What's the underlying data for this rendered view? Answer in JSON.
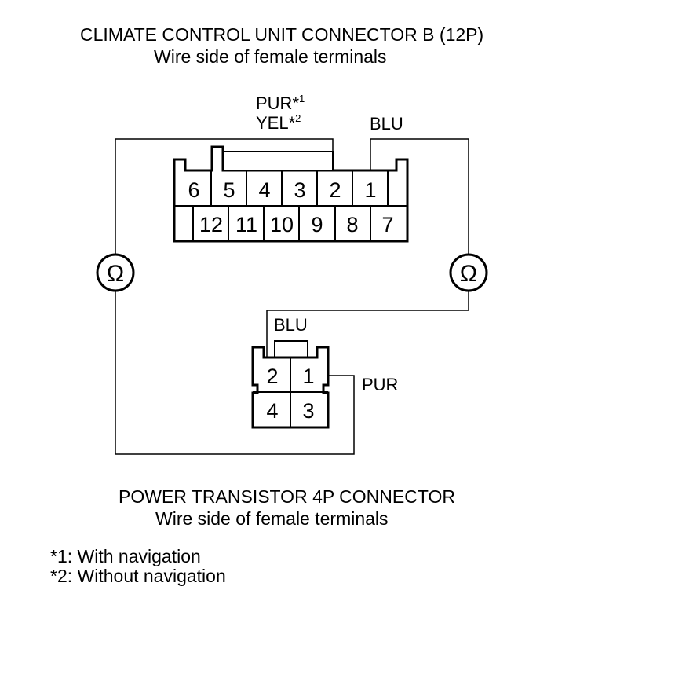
{
  "title": {
    "line1": "CLIMATE CONTROL UNIT CONNECTOR B (12P)",
    "line2": "Wire side of female terminals"
  },
  "top_connector": {
    "name": "CLIMATE CONTROL UNIT CONNECTOR B (12P)",
    "top_row_pins": [
      "6",
      "5",
      "4",
      "3",
      "2",
      "1"
    ],
    "bottom_row_pins": [
      "12",
      "11",
      "10",
      "9",
      "8",
      "7"
    ],
    "wire_label_pin2_line1": "PUR*",
    "wire_label_pin2_sup1": "1",
    "wire_label_pin2_line2": "YEL*",
    "wire_label_pin2_sup2": "2",
    "wire_label_pin1": "BLU"
  },
  "bottom_connector": {
    "name": "POWER TRANSISTOR 4P CONNECTOR",
    "subtitle": "Wire side of female terminals",
    "top_row_pins": [
      "2",
      "1"
    ],
    "bottom_row_pins": [
      "4",
      "3"
    ],
    "wire_label_pin2": "BLU",
    "wire_label_pin1": "PUR"
  },
  "meters": {
    "left_symbol": "Ω",
    "right_symbol": "Ω"
  },
  "footnotes": [
    "*1: With navigation",
    "*2: Without navigation"
  ]
}
